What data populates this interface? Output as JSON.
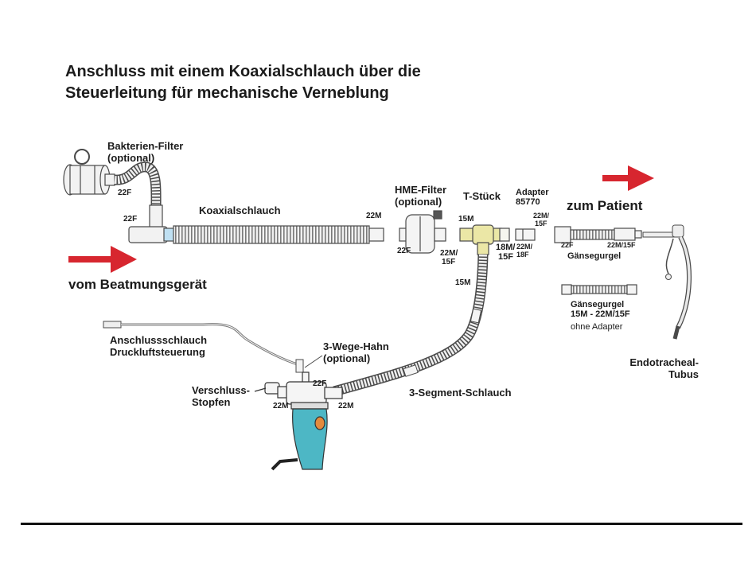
{
  "title": {
    "line1": "Anschluss mit einem Koaxialschlauch über die",
    "line2": "Steuerleitung für mechanische Verneblung"
  },
  "arrows": {
    "to_patient": "zum Patient",
    "from_ventilator": "vom Beatmungsgerät"
  },
  "labels": {
    "bacterial_filter": [
      "Bakterien-Filter",
      "(optional)"
    ],
    "coax_hose": "Koaxialschlauch",
    "hme_filter": [
      "HME-Filter",
      "(optional)"
    ],
    "t_piece": "T-Stück",
    "adapter": [
      "Adapter",
      "85770"
    ],
    "gooseneck": "Gänsegurgel",
    "gooseneck_alt": [
      "Gänsegurgel",
      "15M - 22M/15F",
      "ohne Adapter"
    ],
    "pressure_line": [
      "Anschlussschlauch",
      "Druckluftsteuerung"
    ],
    "three_way_valve": [
      "3-Wege-Hahn",
      "(optional)"
    ],
    "et_tube": [
      "Endotracheal-",
      "Tubus"
    ],
    "closure_cap": [
      "Verschluss-",
      "Stopfen"
    ],
    "three_segment_hose": "3-Segment-Schlauch"
  },
  "ports": {
    "bacterial_filter_22f": "22F",
    "coax_inlet_22f": "22F",
    "coax_outlet_22m": "22M",
    "hme_inlet_22f": "22F",
    "hme_outlet": [
      "22M/",
      "15F"
    ],
    "t_piece_inlet_15m": "15M",
    "t_piece_outlet": [
      "18M/",
      "15F"
    ],
    "t_piece_stem_15m": "15M",
    "adapter_top": [
      "22M/",
      "15F"
    ],
    "adapter_bottom": [
      "22M/",
      "18F"
    ],
    "gooseneck_inlet_22f": "22F",
    "gooseneck_outlet": "22M/15F",
    "nebulizer_top_22f": "22F",
    "nebulizer_left_22m": "22M",
    "nebulizer_right_22m": "22M"
  },
  "colors": {
    "arrow_red": "#d7262f",
    "nebulizer_teal": "#4db7c5",
    "t_piece_yellow": "#ebe7a6",
    "knob_orange": "#e38a3c",
    "coax_blue": "#bfe0f2",
    "part_fill": "#f2f2f2",
    "outline": "#4a4a4a"
  }
}
